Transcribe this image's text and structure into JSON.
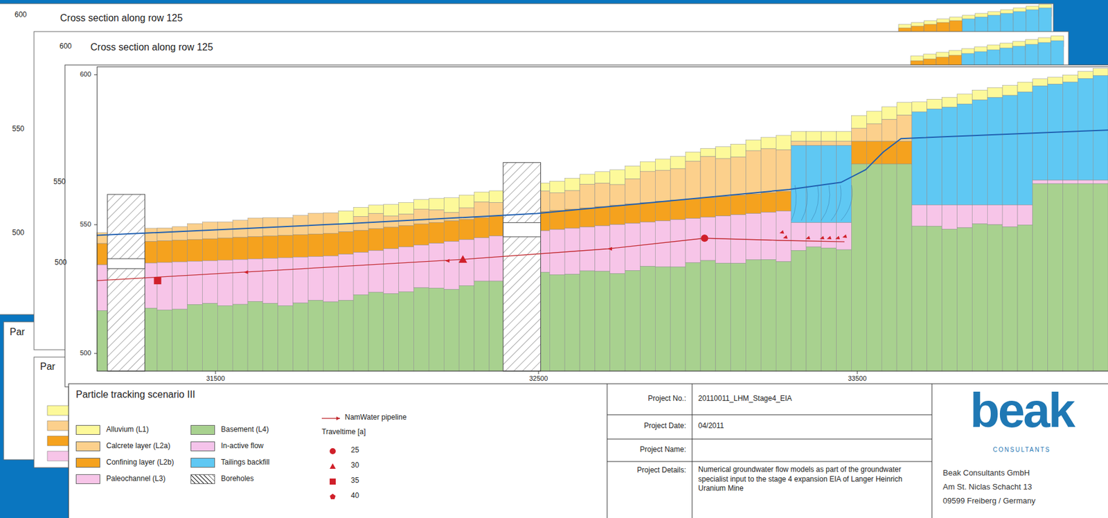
{
  "diagram": {
    "title": "Particle tracking scenario III",
    "labels": [
      "Cross section along row 125",
      "600",
      "550",
      "500",
      "Par",
      "Cross section along row 125",
      "600",
      "550",
      "500",
      "Par",
      "600",
      "550",
      "500",
      "31500",
      "32500",
      "33500",
      "Traveltime [a]",
      "Project No.:",
      "20110011_LHM_Stage4_EIA",
      "Project Date:",
      "04/2011",
      "Project Name:",
      "Project Details:",
      "Numerical groundwater flow models as part of the groundwater specialist input to the stage 4 expansion EIA of Langer Heinrich Uranium Mine",
      "beak",
      "CONSULTANTS",
      "Beak Consultants GmbH",
      "Am St. Niclas Schacht 13",
      "09599 Freiberg / Germany"
    ],
    "legend": [
      {
        "text": "Alluvium (L1)",
        "color": "#fdf99a"
      },
      {
        "text": "Calcrete layer (L2a)",
        "color": "#fcd08c"
      },
      {
        "text": "Confining layer (L2b)",
        "color": "#f5a21e"
      },
      {
        "text": "Paleochannel (L3)",
        "color": "#f7c5e8"
      },
      {
        "text": "Basement (L4)",
        "color": "#a8d18f"
      },
      {
        "text": "In-active flow",
        "color": "#f5c3ea"
      },
      {
        "text": "Tailings backfill",
        "color": "#5fc8f3"
      },
      {
        "text": "Boreholes"
      },
      {
        "text": "NamWater pipeline"
      },
      {
        "text": "25"
      },
      {
        "text": "30"
      },
      {
        "text": "35"
      },
      {
        "text": "40"
      }
    ]
  }
}
